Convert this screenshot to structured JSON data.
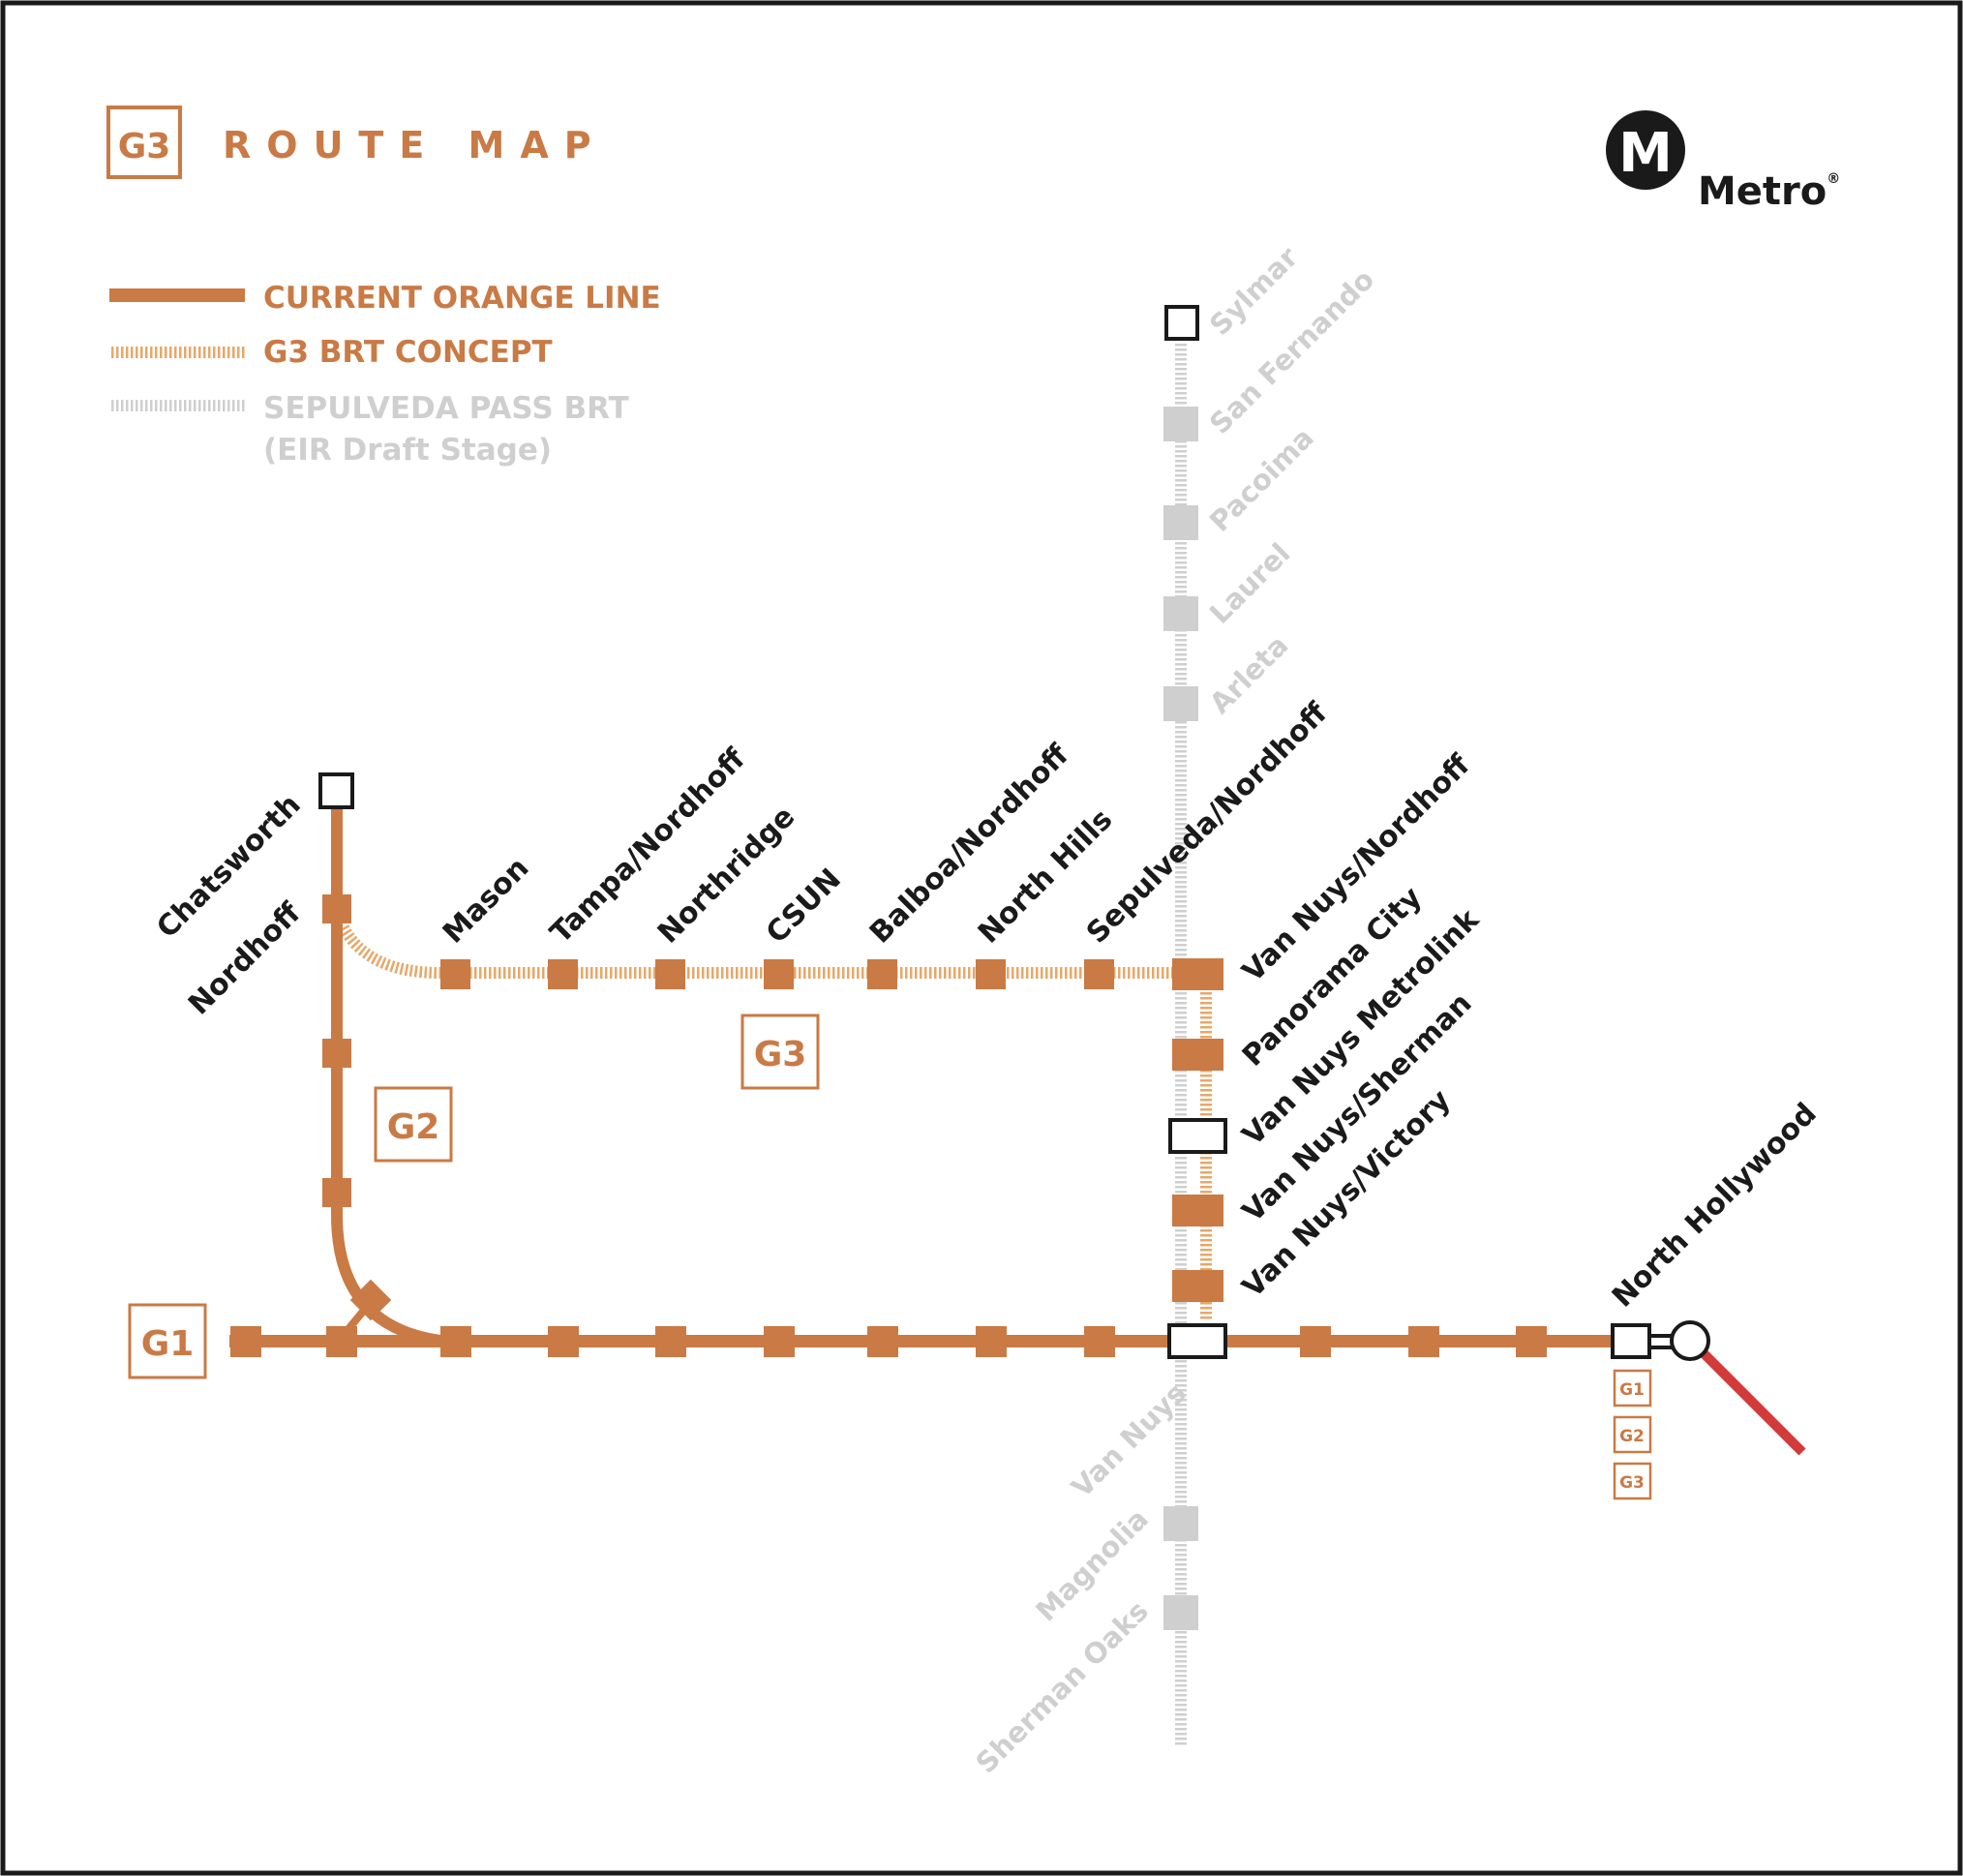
{
  "colors": {
    "orange": "#C97A45",
    "orange_light": "#E6A86A",
    "gray": "#CFCFCF",
    "black": "#1A1A1A",
    "red": "#D33A3A"
  },
  "header": {
    "badge": "G3",
    "title": "ROUTE MAP"
  },
  "logo": {
    "letter": "M",
    "word": "Metro",
    "registered": "®"
  },
  "legend": {
    "current": "CURRENT ORANGE LINE",
    "concept": "G3 BRT CONCEPT",
    "sepulveda_line1": "SEPULVEDA PASS BRT",
    "sepulveda_line2": "(EIR Draft Stage)"
  },
  "line_badges": {
    "g1": "G1",
    "g2": "G2",
    "g3": "G3",
    "terminal": [
      "G1",
      "G2",
      "G3"
    ]
  },
  "stations": {
    "g2_branch": [
      "Chatsworth",
      "Nordhoff"
    ],
    "g3_line": [
      "Mason",
      "Tampa/Nordhoff",
      "Northridge",
      "CSUN",
      "Balboa/Nordhoff",
      "North Hills",
      "Sepulveda/Nordhoff"
    ],
    "van_nuys_corridor": [
      "Van Nuys/Nordhoff",
      "Panorama City",
      "Van Nuys Metrolink",
      "Van Nuys/Sherman",
      "Van Nuys/Victory"
    ],
    "terminal": "North Hollywood",
    "sepulveda_north": [
      "Sylmar",
      "San Fernando",
      "Pacoima",
      "Laurel",
      "Arleta"
    ],
    "sepulveda_south": [
      "Van Nuys",
      "Magnolia",
      "Sherman Oaks"
    ]
  }
}
